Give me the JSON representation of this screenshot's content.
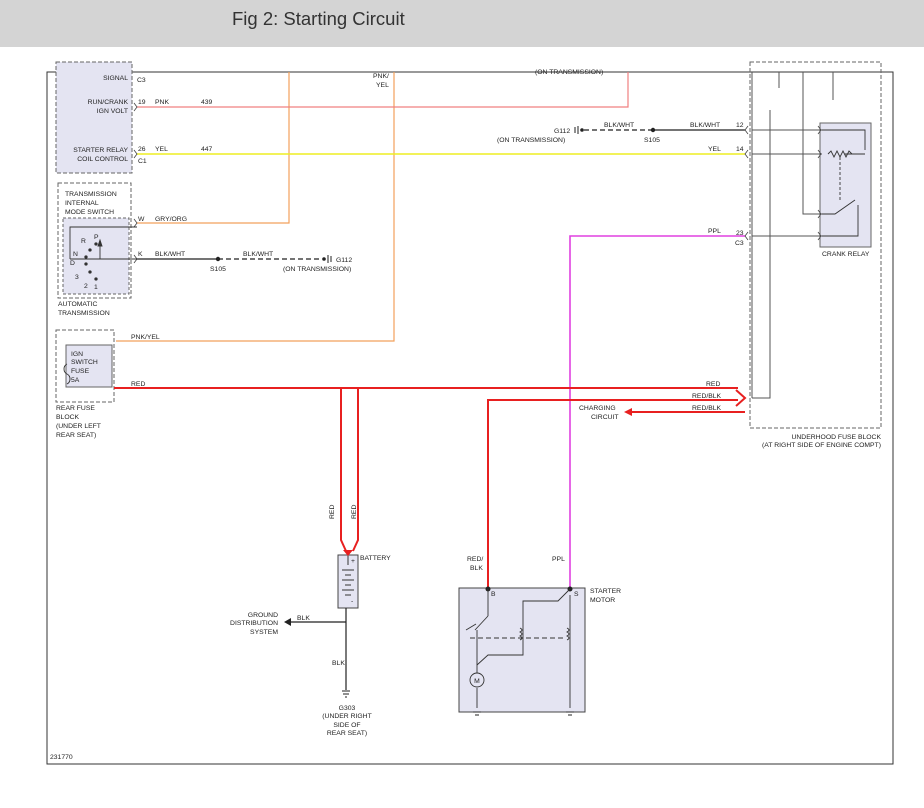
{
  "header": {
    "title": "Fig 2: Starting Circuit"
  },
  "colors": {
    "pink": "#f08080",
    "magenta": "#e040e0",
    "orange": "#f2a15c",
    "yellow": "#eeee22",
    "red": "#e82020",
    "black": "#222222",
    "module_fill": "#e4e4f2"
  },
  "labels": {
    "signal": "SIGNAL",
    "c3_top": "C3",
    "run_crank_1": "RUN/CRANK",
    "run_crank_2": "IGN VOLT",
    "pin19": "19",
    "pnk": "PNK",
    "w439": "439",
    "relay_ctrl_1": "STARTER RELAY",
    "relay_ctrl_2": "COIL CONTROL",
    "pin26": "26",
    "c1": "C1",
    "yel": "YEL",
    "w447": "447",
    "pnk_yel_top_1": "PNK/",
    "pnk_yel_top_2": "YEL",
    "on_trans_top": "(ON TRANSMISSION)",
    "g112_right": "G112",
    "on_trans_right": "(ON TRANSMISSION)",
    "blk_wht_a": "BLK/WHT",
    "s105_a": "S105",
    "blk_wht_b": "BLK/WHT",
    "pin12": "12",
    "yel_right": "YEL",
    "pin14": "14",
    "tims_1": "TRANSMISSION",
    "tims_2": "INTERNAL",
    "tims_3": "MODE SWITCH",
    "w_pin": "W",
    "gry_org": "GRY/ORG",
    "k_pin": "K",
    "blk_wht_c": "BLK/WHT",
    "blk_wht_d": "BLK/WHT",
    "s105_b": "S105",
    "g112_left": "G112",
    "on_trans_left": "(ON TRANSMISSION)",
    "gear_r": "R",
    "gear_p": "P",
    "gear_n": "N",
    "gear_d": "D",
    "gear_3": "3",
    "gear_2": "2",
    "gear_1": "1",
    "auto_trans_1": "AUTOMATIC",
    "auto_trans_2": "TRANSMISSION",
    "ppl_right": "PPL",
    "pin23": "23",
    "c3_right": "C3",
    "crank_relay": "CRANK RELAY",
    "pnk_yel_mid": "PNK/YEL",
    "fuse_1": "IGN",
    "fuse_2": "SWITCH",
    "fuse_3": "FUSE",
    "fuse_4": "5A",
    "red_mid": "RED",
    "red_right": "RED",
    "red_blk_a": "RED/BLK",
    "red_blk_b": "RED/BLK",
    "charging_1": "CHARGING",
    "charging_2": "CIRCUIT",
    "rear_fuse_1": "REAR FUSE",
    "rear_fuse_2": "BLOCK",
    "rear_fuse_3": "(UNDER LEFT",
    "rear_fuse_4": "REAR SEAT)",
    "underhood_1": "UNDERHOOD FUSE BLOCK",
    "underhood_2": "(AT RIGHT SIDE OF ENGINE COMPT)",
    "red_vert_a": "RED",
    "red_vert_b": "RED",
    "battery": "BATTERY",
    "plus": "+",
    "minus": "-",
    "ground_dist_1": "GROUND",
    "ground_dist_2": "DISTRIBUTION",
    "ground_dist_3": "SYSTEM",
    "blk_a": "BLK",
    "blk_b": "BLK",
    "g303_1": "G303",
    "g303_2": "(UNDER RIGHT",
    "g303_3": "SIDE OF",
    "g303_4": "REAR SEAT)",
    "red_blk_motor_1": "RED/",
    "red_blk_motor_2": "BLK",
    "ppl_motor": "PPL",
    "b_term": "B",
    "s_term": "S",
    "starter_1": "STARTER",
    "starter_2": "MOTOR",
    "motor_m": "M",
    "fig_id": "231770"
  }
}
